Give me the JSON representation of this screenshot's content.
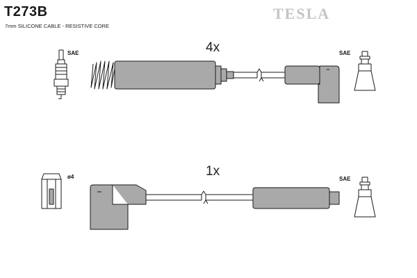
{
  "header": {
    "code": "T273B",
    "subtitle": "7mm SILICONE CABLE - RESISTIVE CORE",
    "brand": "TESLA"
  },
  "cables": [
    {
      "quantity": "4x",
      "left_label": "SAE",
      "right_label": "SAE"
    },
    {
      "quantity": "1x",
      "left_label": "ø4",
      "right_label": "SAE"
    }
  ],
  "colors": {
    "part_fill": "#a9a9a9",
    "outline": "#1a1a1a",
    "brand": "#c4c4c4"
  }
}
